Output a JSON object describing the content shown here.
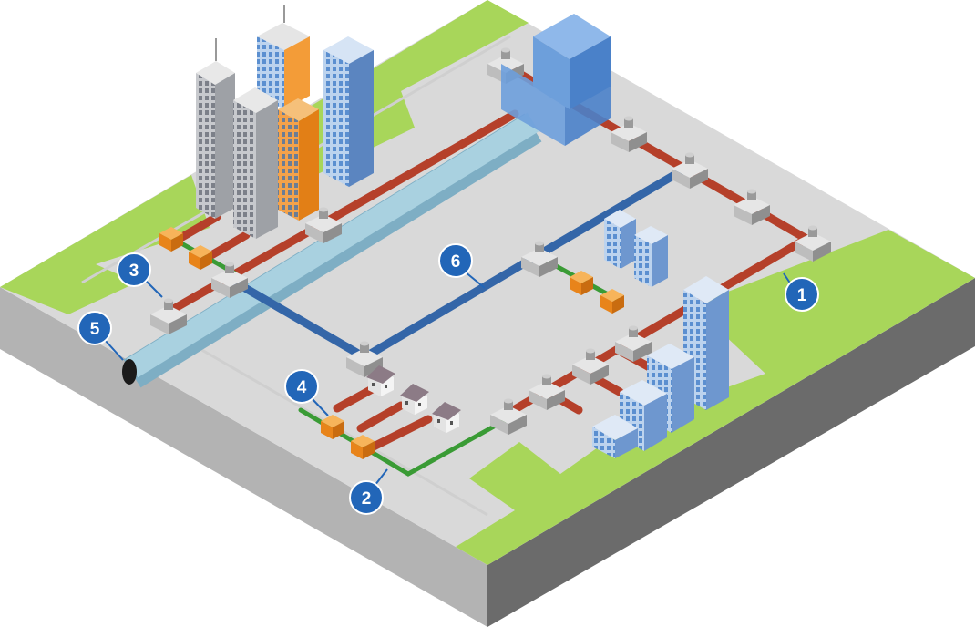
{
  "colors": {
    "heat_pipe": "#b5402a",
    "green_pipe": "#3a9b35",
    "blue_pipe": "#3466a8",
    "tunnel": "#9cc6d6",
    "badge": "#2266b8",
    "grass": "#a8d65a",
    "ground": "#d9d9d9",
    "side_left": "#b3b3b3",
    "side_right": "#6b6b6b",
    "box_orange": "#f0921e",
    "valve_grey": "#a9a9a9"
  },
  "labels": [
    {
      "id": "1",
      "text": "1"
    },
    {
      "id": "2",
      "text": "2"
    },
    {
      "id": "3",
      "text": "3"
    },
    {
      "id": "4",
      "text": "4"
    },
    {
      "id": "5",
      "text": "5"
    },
    {
      "id": "6",
      "text": "6"
    }
  ]
}
